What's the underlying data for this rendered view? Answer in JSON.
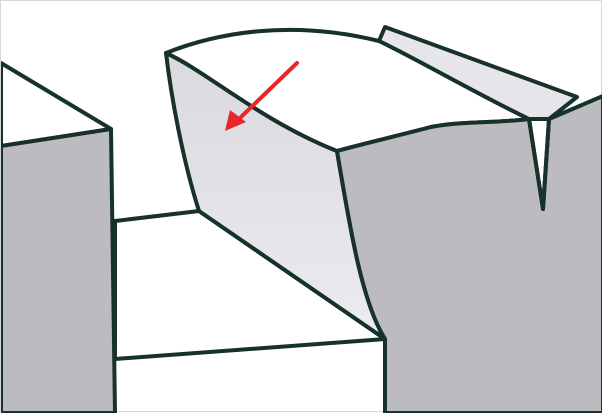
{
  "diagram": {
    "kind": "cross-section sketch",
    "colors": {
      "outline": "#17312b",
      "section_fill": "#bbbbc0",
      "face_light": "#e6e6ea",
      "face_white": "#ffffff",
      "arrow": "#e8262b"
    },
    "elements": [
      "left-block",
      "center-tilted-block",
      "right-block",
      "right-fin",
      "indicator-arrow"
    ]
  }
}
